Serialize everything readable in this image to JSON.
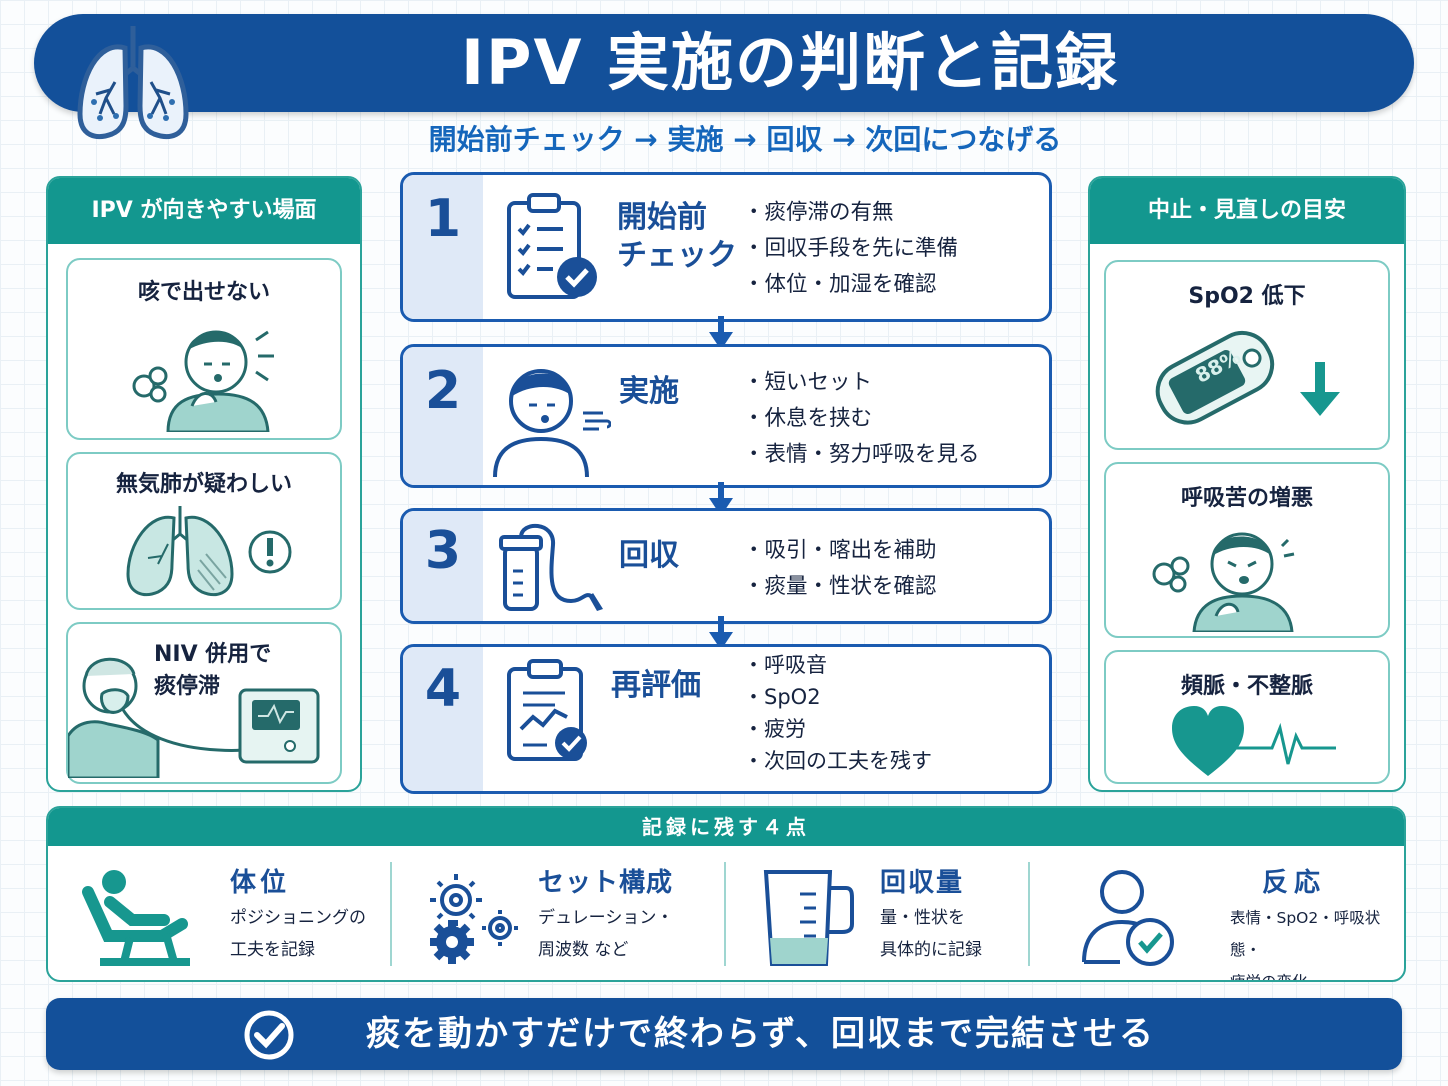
{
  "title": "IPV 実施の判断と記録",
  "subtitle": "開始前チェック → 実施 → 回収 → 次回につなげる",
  "left_panel": {
    "heading": "IPV が向きやすい場面",
    "cards": [
      {
        "label": "咳で出せない",
        "icon": "coughing-person-icon"
      },
      {
        "label": "無気肺が疑わしい",
        "icon": "atelectasis-lungs-icon"
      },
      {
        "line1": "NIV 併用で",
        "line2": "痰停滞",
        "icon": "niv-mask-patient-icon"
      }
    ]
  },
  "steps": [
    {
      "num": "1",
      "title_line1": "開始前",
      "title_line2": "チェック",
      "items": [
        "痰停滞の有無",
        "回収手段を先に準備",
        "体位・加湿を確認"
      ],
      "icon": "checklist-icon"
    },
    {
      "num": "2",
      "title_line1": "実施",
      "title_line2": "",
      "items": [
        "短いセット",
        "休息を挟む",
        "表情・努力呼吸を見る"
      ],
      "icon": "breathing-person-icon"
    },
    {
      "num": "3",
      "title_line1": "回収",
      "title_line2": "",
      "items": [
        "吸引・喀出を補助",
        "痰量・性状を確認"
      ],
      "icon": "suction-canister-icon"
    },
    {
      "num": "4",
      "title_line1": "再評価",
      "title_line2": "",
      "items": [
        "呼吸音",
        "SpO2",
        "疲労",
        "次回の工夫を残す"
      ],
      "icon": "evaluation-clipboard-icon"
    }
  ],
  "right_panel": {
    "heading": "中止・見直しの目安",
    "cards": [
      {
        "label": "SpO2 低下",
        "display": "88%",
        "icon": "pulse-oximeter-icon"
      },
      {
        "label": "呼吸苦の増悪",
        "icon": "distressed-person-icon"
      },
      {
        "label": "頻脈・不整脈",
        "icon": "heart-ecg-icon"
      }
    ]
  },
  "record": {
    "heading": "記録に残す４点",
    "items": [
      {
        "title": "体位",
        "desc1": "ポジショニングの",
        "desc2": "工夫を記録",
        "icon": "reclining-chair-icon"
      },
      {
        "title": "セット構成",
        "desc1": "デュレーション・",
        "desc2": "周波数 など",
        "icon": "gears-icon"
      },
      {
        "title": "回収量",
        "desc1": "量・性状を",
        "desc2": "具体的に記録",
        "icon": "measuring-cup-icon"
      },
      {
        "title": "反応",
        "desc1": "表情・SpO2・呼吸状態・",
        "desc2": "疲労の変化",
        "icon": "person-check-icon"
      }
    ]
  },
  "footer": {
    "text": "痰を動かすだけで終わらず、回収まで完結させる",
    "icon": "check-circle-icon"
  },
  "colors": {
    "navy": "#13509a",
    "teal": "#13978f",
    "step_blue": "#1a4f98",
    "light_teal": "#7dcbc4"
  }
}
